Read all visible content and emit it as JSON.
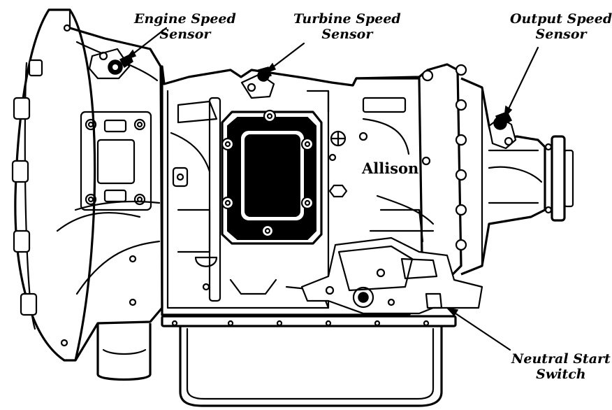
{
  "figure": {
    "brand_text": "Allison"
  },
  "callouts": [
    {
      "line1": "Engine Speed",
      "line2": "Sensor"
    },
    {
      "line1": "Turbine Speed",
      "line2": "Sensor"
    },
    {
      "line1": "Output Speed",
      "line2": "Sensor"
    },
    {
      "line1": "Neutral Start",
      "line2": "Switch"
    }
  ],
  "colors": {
    "ink": "#000000",
    "paper": "#ffffff"
  }
}
